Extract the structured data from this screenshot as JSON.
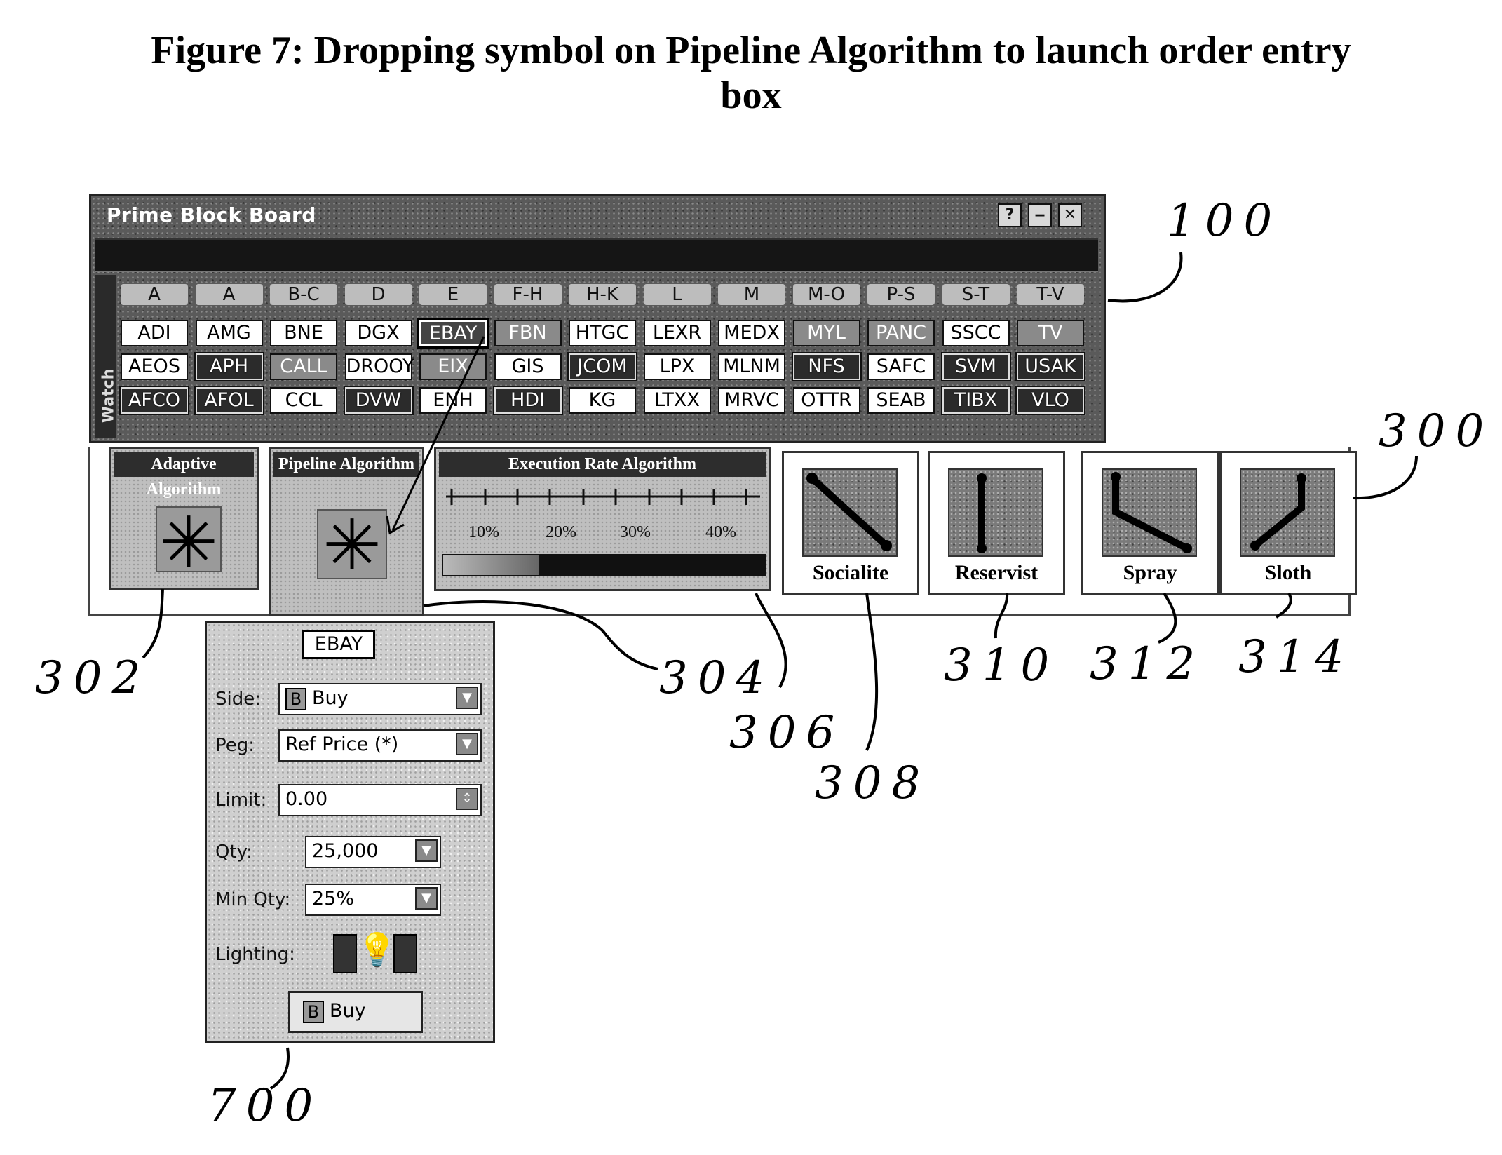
{
  "figure_title_line1": "Figure 7: Dropping symbol on Pipeline Algorithm to launch order entry",
  "figure_title_line2": "box",
  "board": {
    "title": "Prime Block Board",
    "buttons": {
      "help": "?",
      "minimize": "‒",
      "close": "✕"
    },
    "side_label": "Watch",
    "columns": [
      "A",
      "A",
      "B-C",
      "D",
      "E",
      "F-H",
      "H-K",
      "L",
      "M",
      "M-O",
      "P-S",
      "S-T",
      "T-V"
    ],
    "rows": [
      [
        "ADI",
        "AMG",
        "BNE",
        "DGX",
        "EBAY",
        "FBN",
        "HTGC",
        "LEXR",
        "MEDX",
        "MYL",
        "PANC",
        "SSCC",
        "TV"
      ],
      [
        "AEOS",
        "APH",
        "CALL",
        "DROOY",
        "EIX",
        "GIS",
        "JCOM",
        "LPX",
        "MLNM",
        "NFS",
        "SAFC",
        "SVM",
        "USAK"
      ],
      [
        "AFCO",
        "AFOL",
        "CCL",
        "DVW",
        "ENH",
        "HDI",
        "KG",
        "LTXX",
        "MRVC",
        "OTTR",
        "SEAB",
        "TIBX",
        "VLO"
      ]
    ]
  },
  "algorithms": {
    "adaptive": {
      "title": "Adaptive Algorithm",
      "icon": "asterisk-icon"
    },
    "pipeline": {
      "title": "Pipeline Algorithm",
      "icon": "asterisk-icon"
    },
    "execution_rate": {
      "title": "Execution Rate Algorithm",
      "scale_labels": [
        "10%",
        "20%",
        "30%",
        "40%"
      ],
      "selected_percent": 30
    },
    "strategies": [
      {
        "label": "Socialite",
        "icon": "diagonal-line-icon"
      },
      {
        "label": "Reservist",
        "icon": "vertical-line-icon"
      },
      {
        "label": "Spray",
        "icon": "bent-line-icon"
      },
      {
        "label": "Sloth",
        "icon": "angle-line-icon"
      }
    ]
  },
  "order_entry": {
    "symbol": "EBAY",
    "side_label": "Side:",
    "side_badge": "B",
    "side_value": "Buy",
    "peg_label": "Peg:",
    "peg_value": "Ref Price (*)",
    "limit_label": "Limit:",
    "limit_value": "0.00",
    "qty_label": "Qty:",
    "qty_value": "25,000",
    "min_qty_label": "Min Qty:",
    "min_qty_value": "25%",
    "lighting_label": "Lighting:",
    "buy_badge": "B",
    "buy_label": "Buy"
  },
  "callouts": {
    "c100": "100",
    "c300": "300",
    "c302": "302",
    "c304": "304",
    "c306": "306",
    "c308": "308",
    "c310": "310",
    "c312": "312",
    "c314": "314",
    "c700": "700"
  }
}
